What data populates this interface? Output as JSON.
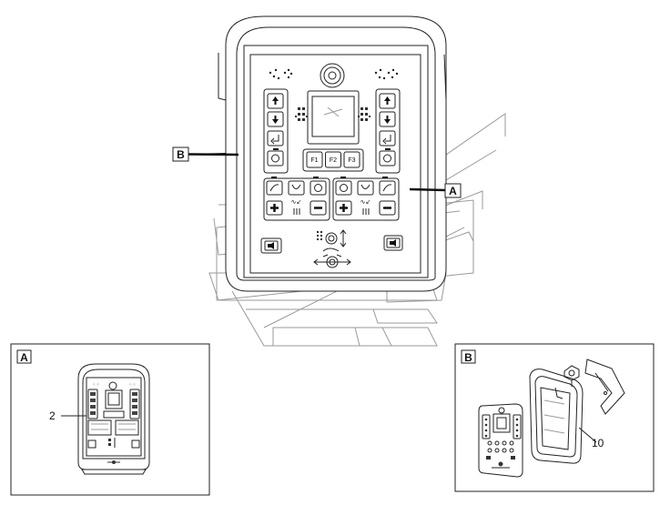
{
  "labels": {
    "view_a": "A",
    "view_b": "B",
    "detail_a": "A",
    "detail_b": "B",
    "f1": "F1",
    "f2": "F2",
    "f3": "F3",
    "part_2": "2",
    "part_10": "10"
  }
}
